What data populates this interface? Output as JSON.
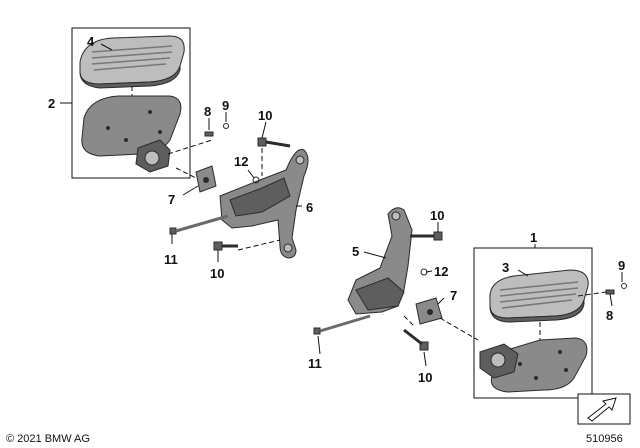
{
  "callouts": {
    "c1": "1",
    "c2": "2",
    "c3": "3",
    "c4": "4",
    "c5": "5",
    "c6": "6",
    "c7a": "7",
    "c7b": "7",
    "c8a": "8",
    "c8b": "8",
    "c9a": "9",
    "c9b": "9",
    "c10a": "10",
    "c10b": "10",
    "c10c": "10",
    "c10d": "10",
    "c11a": "11",
    "c11b": "11",
    "c12a": "12",
    "c12b": "12"
  },
  "footer": {
    "copyright": "© 2021 BMW AG",
    "diagram_number": "510956"
  }
}
